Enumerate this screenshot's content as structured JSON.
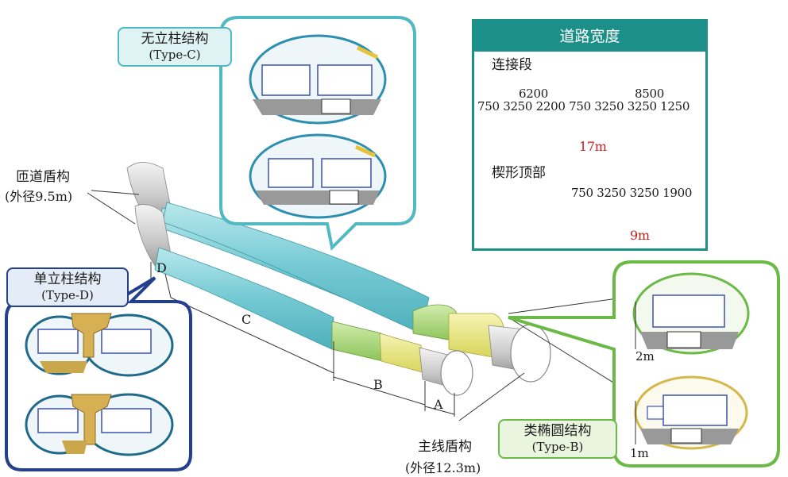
{
  "labels": {
    "ramp_shield": "匝道盾构",
    "ramp_diameter": "(外径9.5m)",
    "main_shield": "主线盾构",
    "main_diameter": "(外径12.3m)",
    "segment_a": "A",
    "segment_b": "B",
    "segment_c": "C",
    "segment_d": "D",
    "dim_2m": "2m",
    "dim_1m": "1m"
  },
  "type_c": {
    "title": "无立柱结构",
    "code": "(Type-C)"
  },
  "type_d": {
    "title": "单立柱结构",
    "code": "(Type-D)"
  },
  "type_b": {
    "title": "类椭圆结构",
    "code": "(Type-B)"
  },
  "road_width": {
    "title": "道路宽度",
    "section1": {
      "name": "连接段",
      "top_a": "6200",
      "top_b": "8500",
      "dims": "750 3250 2200 750 3250 3250 1250",
      "total": "17m"
    },
    "section2": {
      "name": "楔形顶部",
      "dims": "750 3250 3250 1900",
      "total": "9m"
    }
  },
  "colors": {
    "teal_frame": "#51b9c1",
    "navy_frame": "#24408d",
    "green_frame": "#6aba45",
    "table_header": "#1d8f89",
    "tunnel_cyan": "#7fd0d8",
    "tunnel_green": "#a8d66a",
    "tunnel_yellow": "#e6e57a"
  }
}
